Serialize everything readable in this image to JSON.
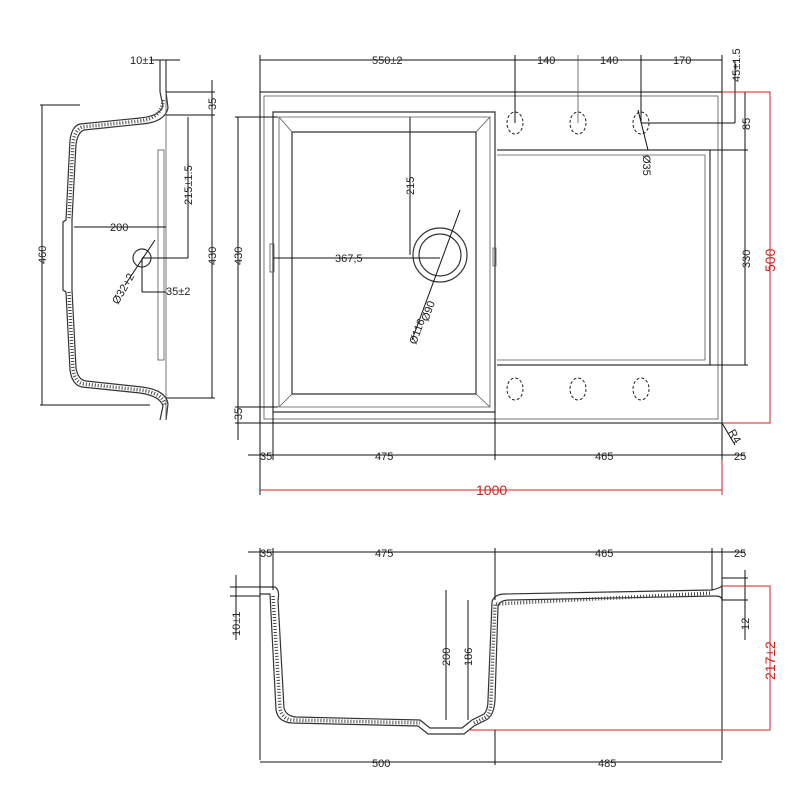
{
  "side_view": {
    "top_rim": "10±1",
    "rim_depth": "35",
    "overall_height": "460",
    "offset": "200",
    "tap_offset_v": "215±1.5",
    "bowl_height": "430",
    "tap_hole": "Ø32+2",
    "tap_offset_h": "35±2"
  },
  "top_view": {
    "bowl_width": "550±2",
    "hole_spacing_1": "140",
    "hole_spacing_2": "140",
    "hole_edge": "170",
    "hole_top": "45±1.5",
    "hole_depth": "85",
    "hole_dia": "Ø35",
    "overall_depth": "500",
    "drainer_depth": "330",
    "bowl_depth": "430",
    "bottom_rim": "35",
    "drain_v": "215",
    "drain_h": "367,5",
    "drain_inner": "Ø90",
    "drain_outer": "Ø116",
    "radius": "R4",
    "left_rim": "35",
    "bowl_span": "475",
    "drainer_span": "465",
    "right_rim": "25",
    "overall_width": "1000"
  },
  "section_view": {
    "left_rim": "35",
    "bowl_span": "475",
    "drainer_span": "465",
    "right_rim": "25",
    "rim_thickness": "10±1",
    "bowl_depth": "200",
    "inner_depth": "186",
    "drainer_thickness": "12",
    "overall_height": "217±2",
    "bottom_bowl": "500",
    "bottom_drainer": "485"
  },
  "colors": {
    "line": "#111111",
    "accent": "#d42020"
  }
}
